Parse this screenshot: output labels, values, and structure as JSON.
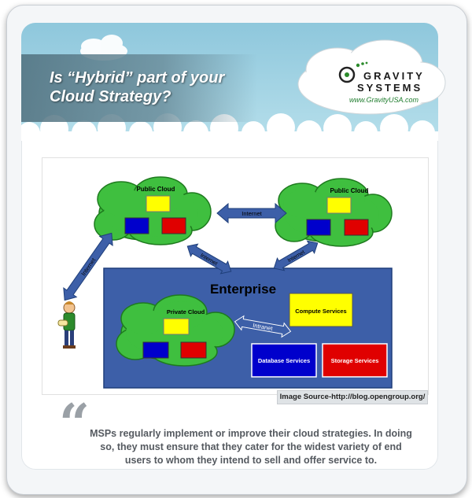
{
  "header": {
    "title_line1": "Is “Hybrid” part of your",
    "title_line2": "Cloud Strategy?",
    "brand_line1": "GRAVITY",
    "brand_line2": "SYSTEMS",
    "brand_url": "www.GravityUSA.com"
  },
  "diagram": {
    "public_cloud_left": "Public Cloud",
    "public_cloud_right": "Public Cloud",
    "internet_top": "Internet",
    "internet_left": "Internet",
    "internet_mid": "Internet",
    "internet_right": "Internet",
    "enterprise": "Enterprise",
    "private_cloud": "Private Cloud",
    "intranet": "Intranet",
    "compute_services": "Compute Services",
    "database_services": "Database Services",
    "storage_services": "Storage Services",
    "colors": {
      "cloud": "#3fbf3f",
      "enterprise": "#3d5fa8",
      "yellow": "#ffff00",
      "blue": "#0000cc",
      "red": "#e00000"
    }
  },
  "source_caption": "Image Source-http://blog.opengroup.org/",
  "quote": {
    "text": "MSPs regularly implement or improve their cloud strategies. In doing so, they must ensure that they cater for the widest variety of end users to whom they intend to sell and offer service to."
  }
}
